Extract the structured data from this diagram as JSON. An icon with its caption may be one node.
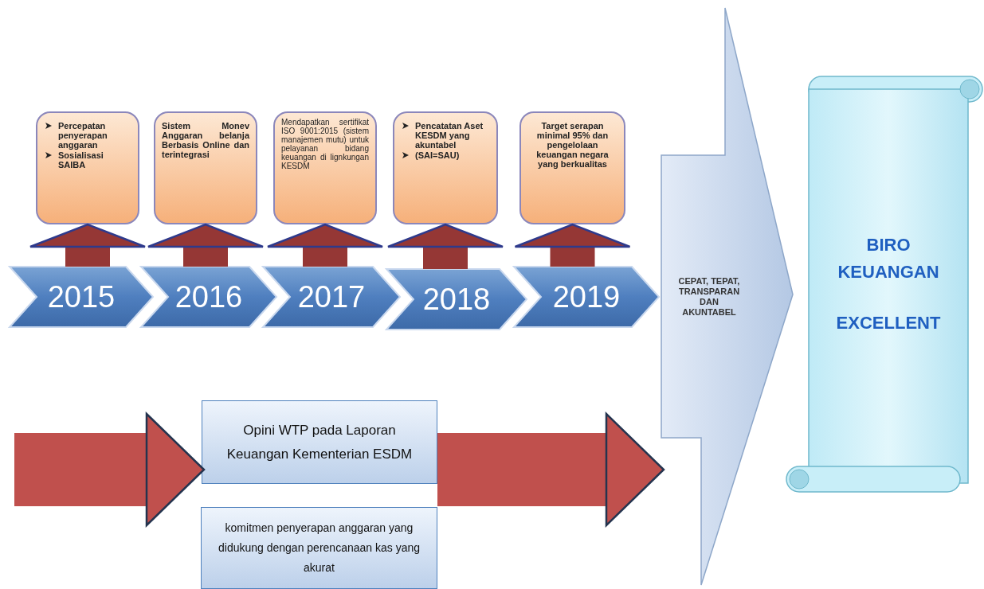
{
  "diagram": {
    "nodes": [
      {
        "text": [
          "2015"
        ]
      },
      {
        "text": [
          "2016"
        ]
      },
      {
        "text": [
          "2017"
        ]
      },
      {
        "text": [
          "2018"
        ]
      },
      {
        "text": [
          "2019"
        ]
      },
      {
        "text": [
          "Percepatan penyerapan anggaran",
          "Sosialisasi SAIBA"
        ]
      },
      {
        "text": [
          "Sistem Monev Anggaran belanja Berbasis Online dan terintegrasi"
        ]
      },
      {
        "text": [
          "Mendapatkan sertifikat ISO 9001:2015 (sistem manajemen mutu) untuk pelayanan bidang keuangan di lignkungan KESDM"
        ]
      },
      {
        "text": [
          "Pencatatan Aset KESDM yang akuntabel",
          "(SAI=SAU)"
        ]
      },
      {
        "text": [
          "Target serapan minimal 95% dan pengelolaan keuangan negara yang berkualitas"
        ]
      },
      {
        "text": [
          "CEPAT, TEPAT, TRANSPARAN DAN AKUNTABEL"
        ]
      },
      {
        "text": [
          "BIRO KEUANGAN",
          "EXCELLENT"
        ]
      },
      {
        "text": [
          "Opini WTP pada Laporan Keuangan Kementerian ESDM"
        ]
      },
      {
        "text": [
          "komitmen penyerapan anggaran yang didukung dengan perencanaan kas yang akurat"
        ]
      }
    ],
    "edges": [
      {
        "from": 0,
        "to": 5,
        "arrow": "to"
      },
      {
        "from": 1,
        "to": 6,
        "arrow": "to"
      },
      {
        "from": 2,
        "to": 7,
        "arrow": "to"
      },
      {
        "from": 3,
        "to": 8,
        "arrow": "to"
      },
      {
        "from": 4,
        "to": 9,
        "arrow": "to"
      },
      {
        "from": null,
        "to": 12,
        "arrow": "to",
        "color": "#c0504d"
      },
      {
        "from": 12,
        "to": 10,
        "arrow": "to",
        "color": "#c0504d"
      }
    ]
  }
}
